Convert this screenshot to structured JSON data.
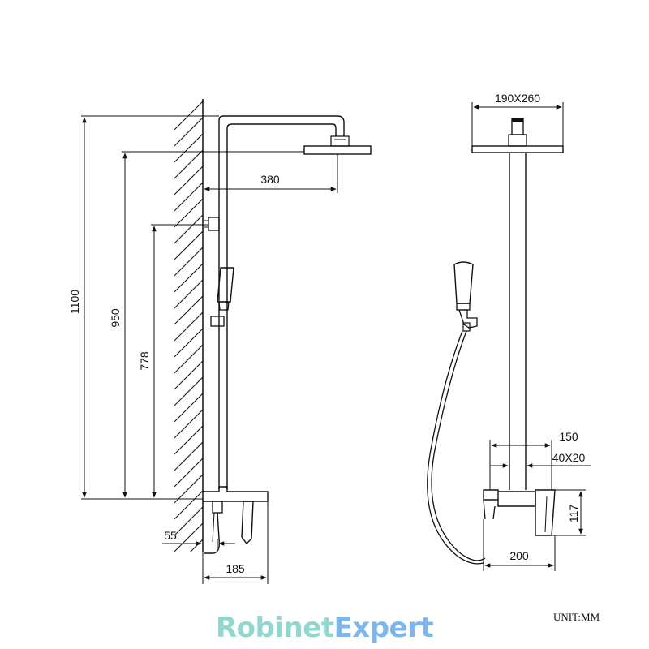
{
  "dimensions": {
    "total_height": "1100",
    "head_height": "950",
    "holder_height": "778",
    "arm_length": "380",
    "head_size": "190X260",
    "offset": "55",
    "mixer_depth": "185",
    "width_150": "150",
    "bar_section": "40X20",
    "mixer_height": "117",
    "mixer_width": "200"
  },
  "unit_label": "UNIT:MM",
  "brand": {
    "part1": "Robinet",
    "part2": "Expert"
  },
  "colors": {
    "line": "#111111",
    "brand_teal": "#8fd8cf",
    "brand_blue": "#7cb6ea"
  }
}
